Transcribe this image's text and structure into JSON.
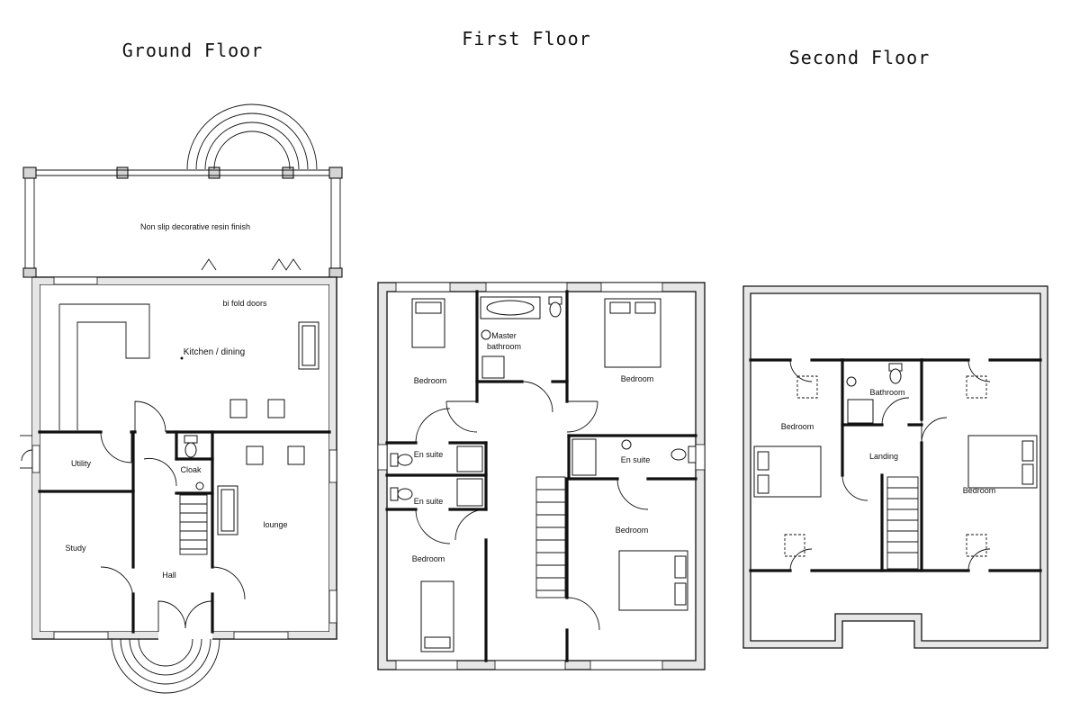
{
  "floors": {
    "ground": {
      "title": "Ground Floor",
      "rooms": {
        "terrace_note": "Non slip decorative resin finish",
        "bifold_note": "bi fold doors",
        "kitchen": "Kitchen / dining",
        "utility": "Utility",
        "cloak": "Cloak",
        "lounge": "lounge",
        "study": "Study",
        "hall": "Hall"
      }
    },
    "first": {
      "title": "First Floor",
      "rooms": {
        "bedroom_nw": "Bedroom",
        "master_bath_1": "Master",
        "master_bath_2": "bathroom",
        "bedroom_ne": "Bedroom",
        "ensuite_w1": "En suite",
        "ensuite_w2": "En suite",
        "ensuite_e": "En suite",
        "bedroom_sw": "Bedroom",
        "bedroom_se": "Bedroom"
      }
    },
    "second": {
      "title": "Second Floor",
      "rooms": {
        "bedroom_w": "Bedroom",
        "bathroom": "Bathroom",
        "landing": "Landing",
        "bedroom_e": "Bedroom"
      }
    }
  }
}
